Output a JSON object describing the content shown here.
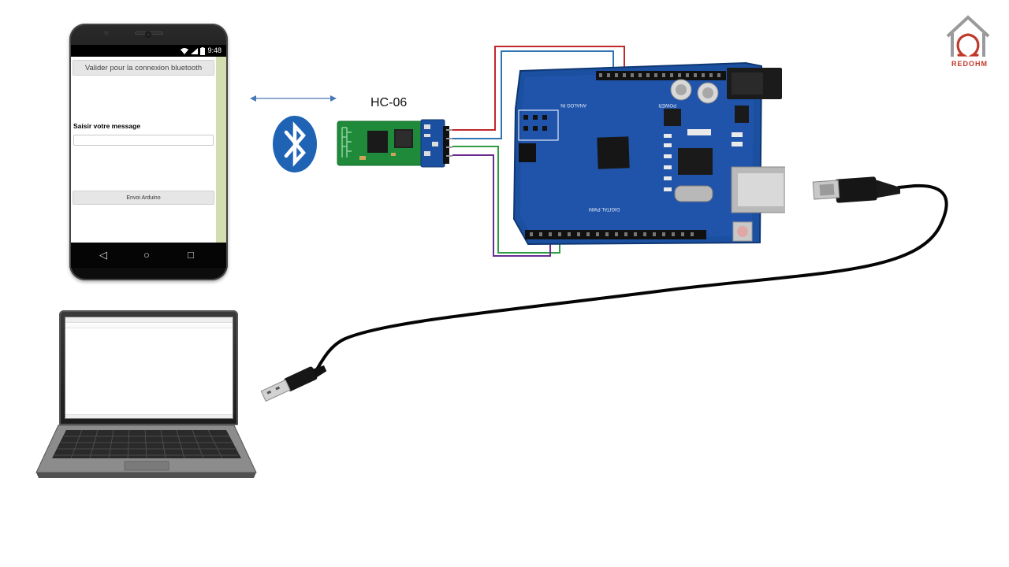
{
  "phone": {
    "status_time": "9:48",
    "connect_button": "Valider pour la connexion bluetooth",
    "message_label": "Saisir votre message",
    "message_input_value": "",
    "send_button": "Envoi Arduino",
    "nav_back": "◁",
    "nav_home": "○",
    "nav_recent": "□"
  },
  "module": {
    "label": "HC-06"
  },
  "brand": {
    "name": "REDOHM"
  },
  "icons": [
    "wifi-icon",
    "signal-icon",
    "battery-icon",
    "bluetooth-icon",
    "double-arrow-icon",
    "usb-cable-icon",
    "house-omega-logo-icon"
  ],
  "colors": {
    "wire_red": "#c1272d",
    "wire_blue": "#2e74b5",
    "wire_green": "#2e9e45",
    "wire_purple": "#6a2c91",
    "bluetooth_blue": "#1f63b5",
    "arduino_blue": "#1b4fa0",
    "module_green": "#1e8a3a"
  }
}
